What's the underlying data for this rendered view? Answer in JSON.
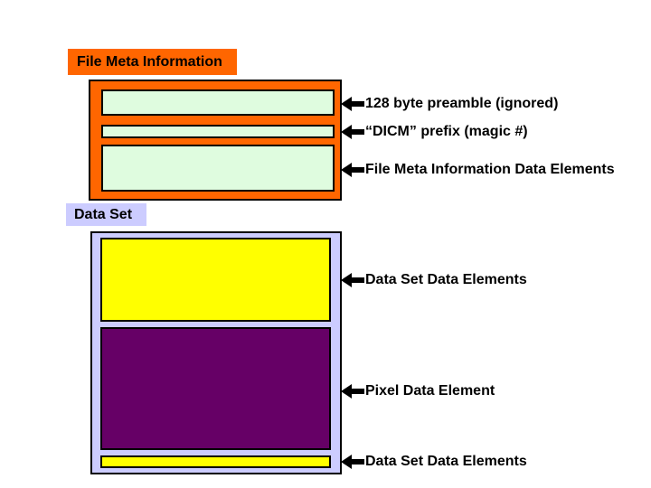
{
  "colors": {
    "background": "#FFFFFF",
    "orange": "#FF6600",
    "light_green": "#DFFCDF",
    "lavender": "#CCCCFF",
    "yellow": "#FFFF00",
    "purple": "#660066",
    "text": "#000000",
    "arrow": "#000000"
  },
  "file_meta": {
    "title": "File Meta Information",
    "annotations": [
      "128 byte preamble (ignored)",
      "“DICM” prefix (magic #)",
      "File Meta Information Data Elements"
    ]
  },
  "data_set": {
    "title": "Data Set",
    "annotations": [
      "Data Set Data Elements",
      "Pixel Data Element",
      "Data Set Data Elements"
    ]
  }
}
